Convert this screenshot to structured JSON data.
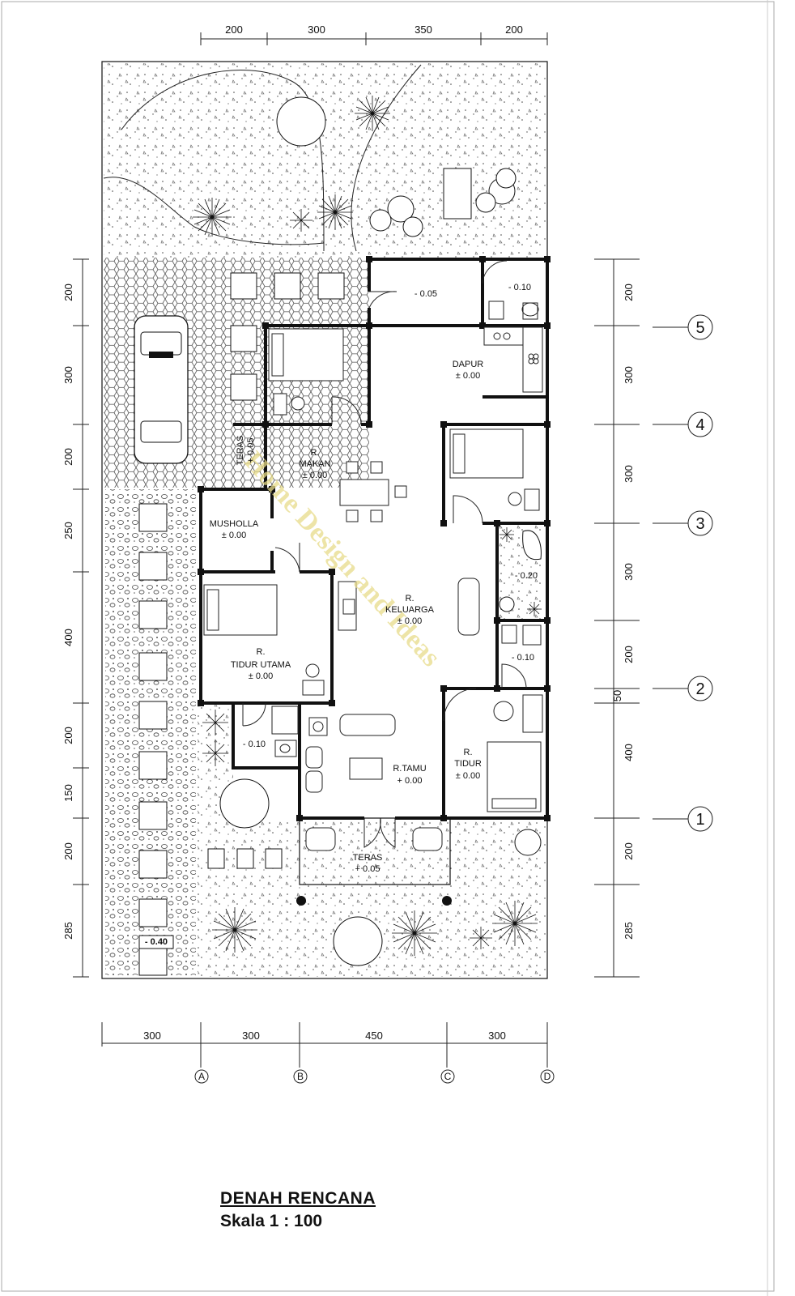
{
  "title": "DENAH RENCANA",
  "scale": "Skala 1 : 100",
  "watermark": "Home Design and Ideas",
  "rooms": {
    "dapur": {
      "name": "DAPUR",
      "level": "± 0.00"
    },
    "makan_a": "R.",
    "makan_b": "MAKAN",
    "makan_level": "± 0.00",
    "teras_side": "TERAS",
    "teras_side_level": "+ 0.05",
    "musholla": {
      "name": "MUSHOLLA",
      "level": "± 0.00"
    },
    "keluarga_a": "R.",
    "keluarga_b": "KELUARGA",
    "keluarga_level": "± 0.00",
    "tidur_utama_a": "R.",
    "tidur_utama_b": "TIDUR UTAMA",
    "tidur_utama_level": "± 0.00",
    "tidur_a": "R.",
    "tidur_b": "TIDUR",
    "tidur_level": "± 0.00",
    "tamu": {
      "name": "R.TAMU",
      "level": "+ 0.00"
    },
    "teras": {
      "name": "TERAS",
      "level": "+ 0.05"
    },
    "lvl_top_service": "- 0.05",
    "lvl_wc_top": "- 0.10",
    "lvl_courtyard": "- 0.20",
    "lvl_wc_mid": "- 0.10",
    "lvl_wc_left": "- 0.10",
    "lvl_garden": "- 0.40"
  },
  "dims_top": [
    "200",
    "300",
    "350",
    "200"
  ],
  "dims_bottom": [
    "300",
    "300",
    "450",
    "300"
  ],
  "dims_left": [
    "200",
    "300",
    "200",
    "250",
    "400",
    "200",
    "150",
    "200",
    "285"
  ],
  "dims_right": [
    "200",
    "300",
    "300",
    "300",
    "200",
    "400",
    "200",
    "285"
  ],
  "dim_right_extra": "50",
  "grid_rows": [
    "5",
    "4",
    "3",
    "2",
    "1"
  ],
  "grid_cols": [
    "A",
    "B",
    "C",
    "D"
  ]
}
